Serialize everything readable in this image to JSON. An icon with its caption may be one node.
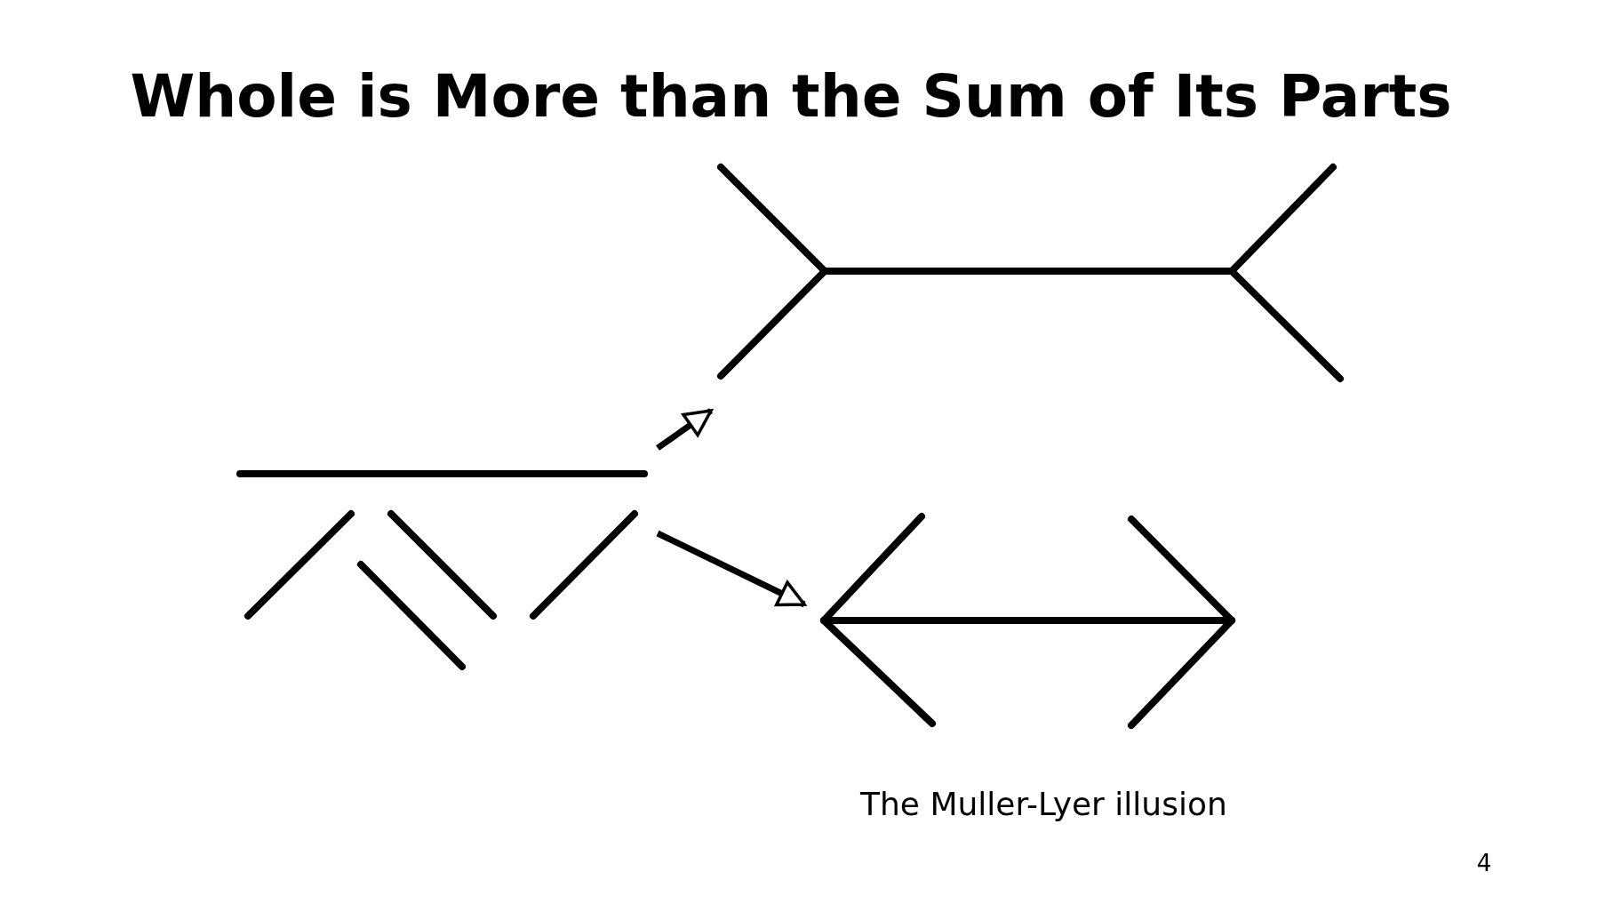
{
  "diagram": {
    "title": "Whole is More than the Sum of Its Parts",
    "caption": "The Muller-Lyer illusion",
    "nodes": [
      {
        "text": [],
        "shape": "picture"
      },
      {
        "text": [],
        "shape": "picture"
      },
      {
        "text": [],
        "shape": "picture"
      }
    ],
    "edges": [
      {
        "from": 0,
        "to": 1,
        "arrow": "to"
      },
      {
        "from": 0,
        "to": 2,
        "arrow": "to"
      }
    ],
    "labels": [
      "4"
    ]
  }
}
